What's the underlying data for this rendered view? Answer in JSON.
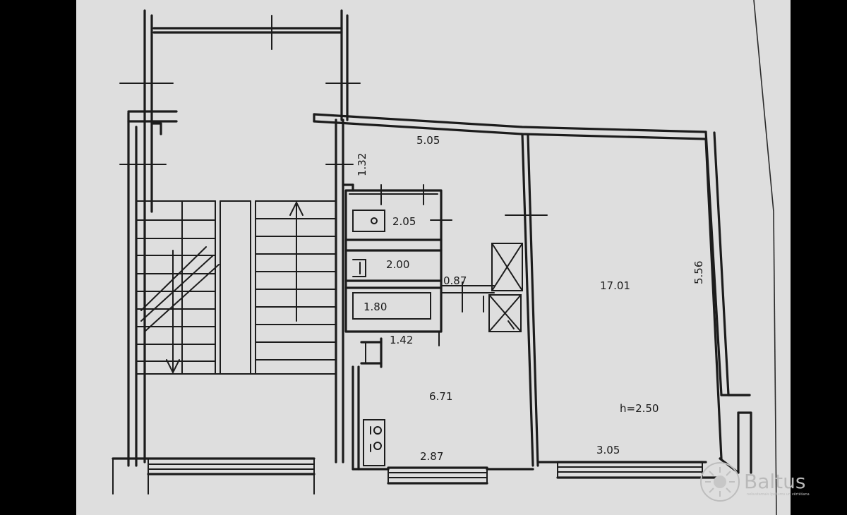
{
  "plan": {
    "labels": {
      "dim_top_length": "5.05",
      "dim_vertical_left": "1.32",
      "area_small_1": "2.05",
      "area_small_2": "2.00",
      "area_small_3": "1.80",
      "dim_door": "0.87",
      "dim_hall": "1.42",
      "area_kitchen": "6.71",
      "dim_kitchen_width": "2.87",
      "area_room": "17.01",
      "dim_room_depth": "5.56",
      "ceiling_height": "h=2.50",
      "dim_room_width": "3.05"
    }
  },
  "watermark": {
    "brand": "Baltus",
    "tagline": "nekustamais īpašums un vērtēšana",
    "logo_icon": "sun-logo-icon"
  },
  "colors": {
    "paper": "#dedede",
    "ink": "#1c1c1c",
    "frame": "#000000",
    "watermark": "#b9b9b9"
  }
}
